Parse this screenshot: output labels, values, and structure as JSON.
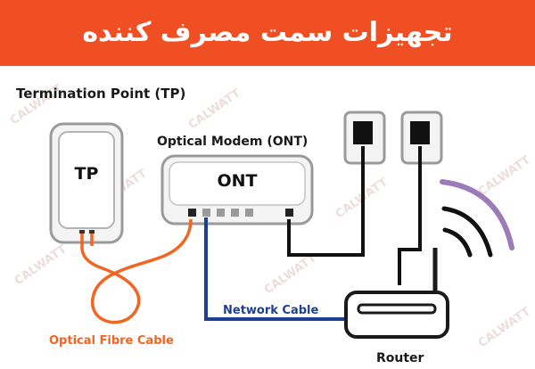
{
  "banner": {
    "title": "تجهیزات سمت مصرف کننده"
  },
  "labels": {
    "termination_point": "Termination Point (TP)",
    "tp": "TP",
    "optical_modem": "Optical Modem (ONT)",
    "ont": "ONT",
    "network_cable": "Network Cable",
    "optical_fibre_cable": "Optical Fibre Cable",
    "router": "Router"
  },
  "watermark": "CALWATT",
  "colors": {
    "banner": "#f04e23",
    "fibre": "#f26522",
    "network_cable": "#1f3f8f",
    "cable_black": "#111111",
    "wifi": "#9c7bb8",
    "device_fill": "#f2f2f2",
    "device_stroke": "#9a9a9a"
  }
}
